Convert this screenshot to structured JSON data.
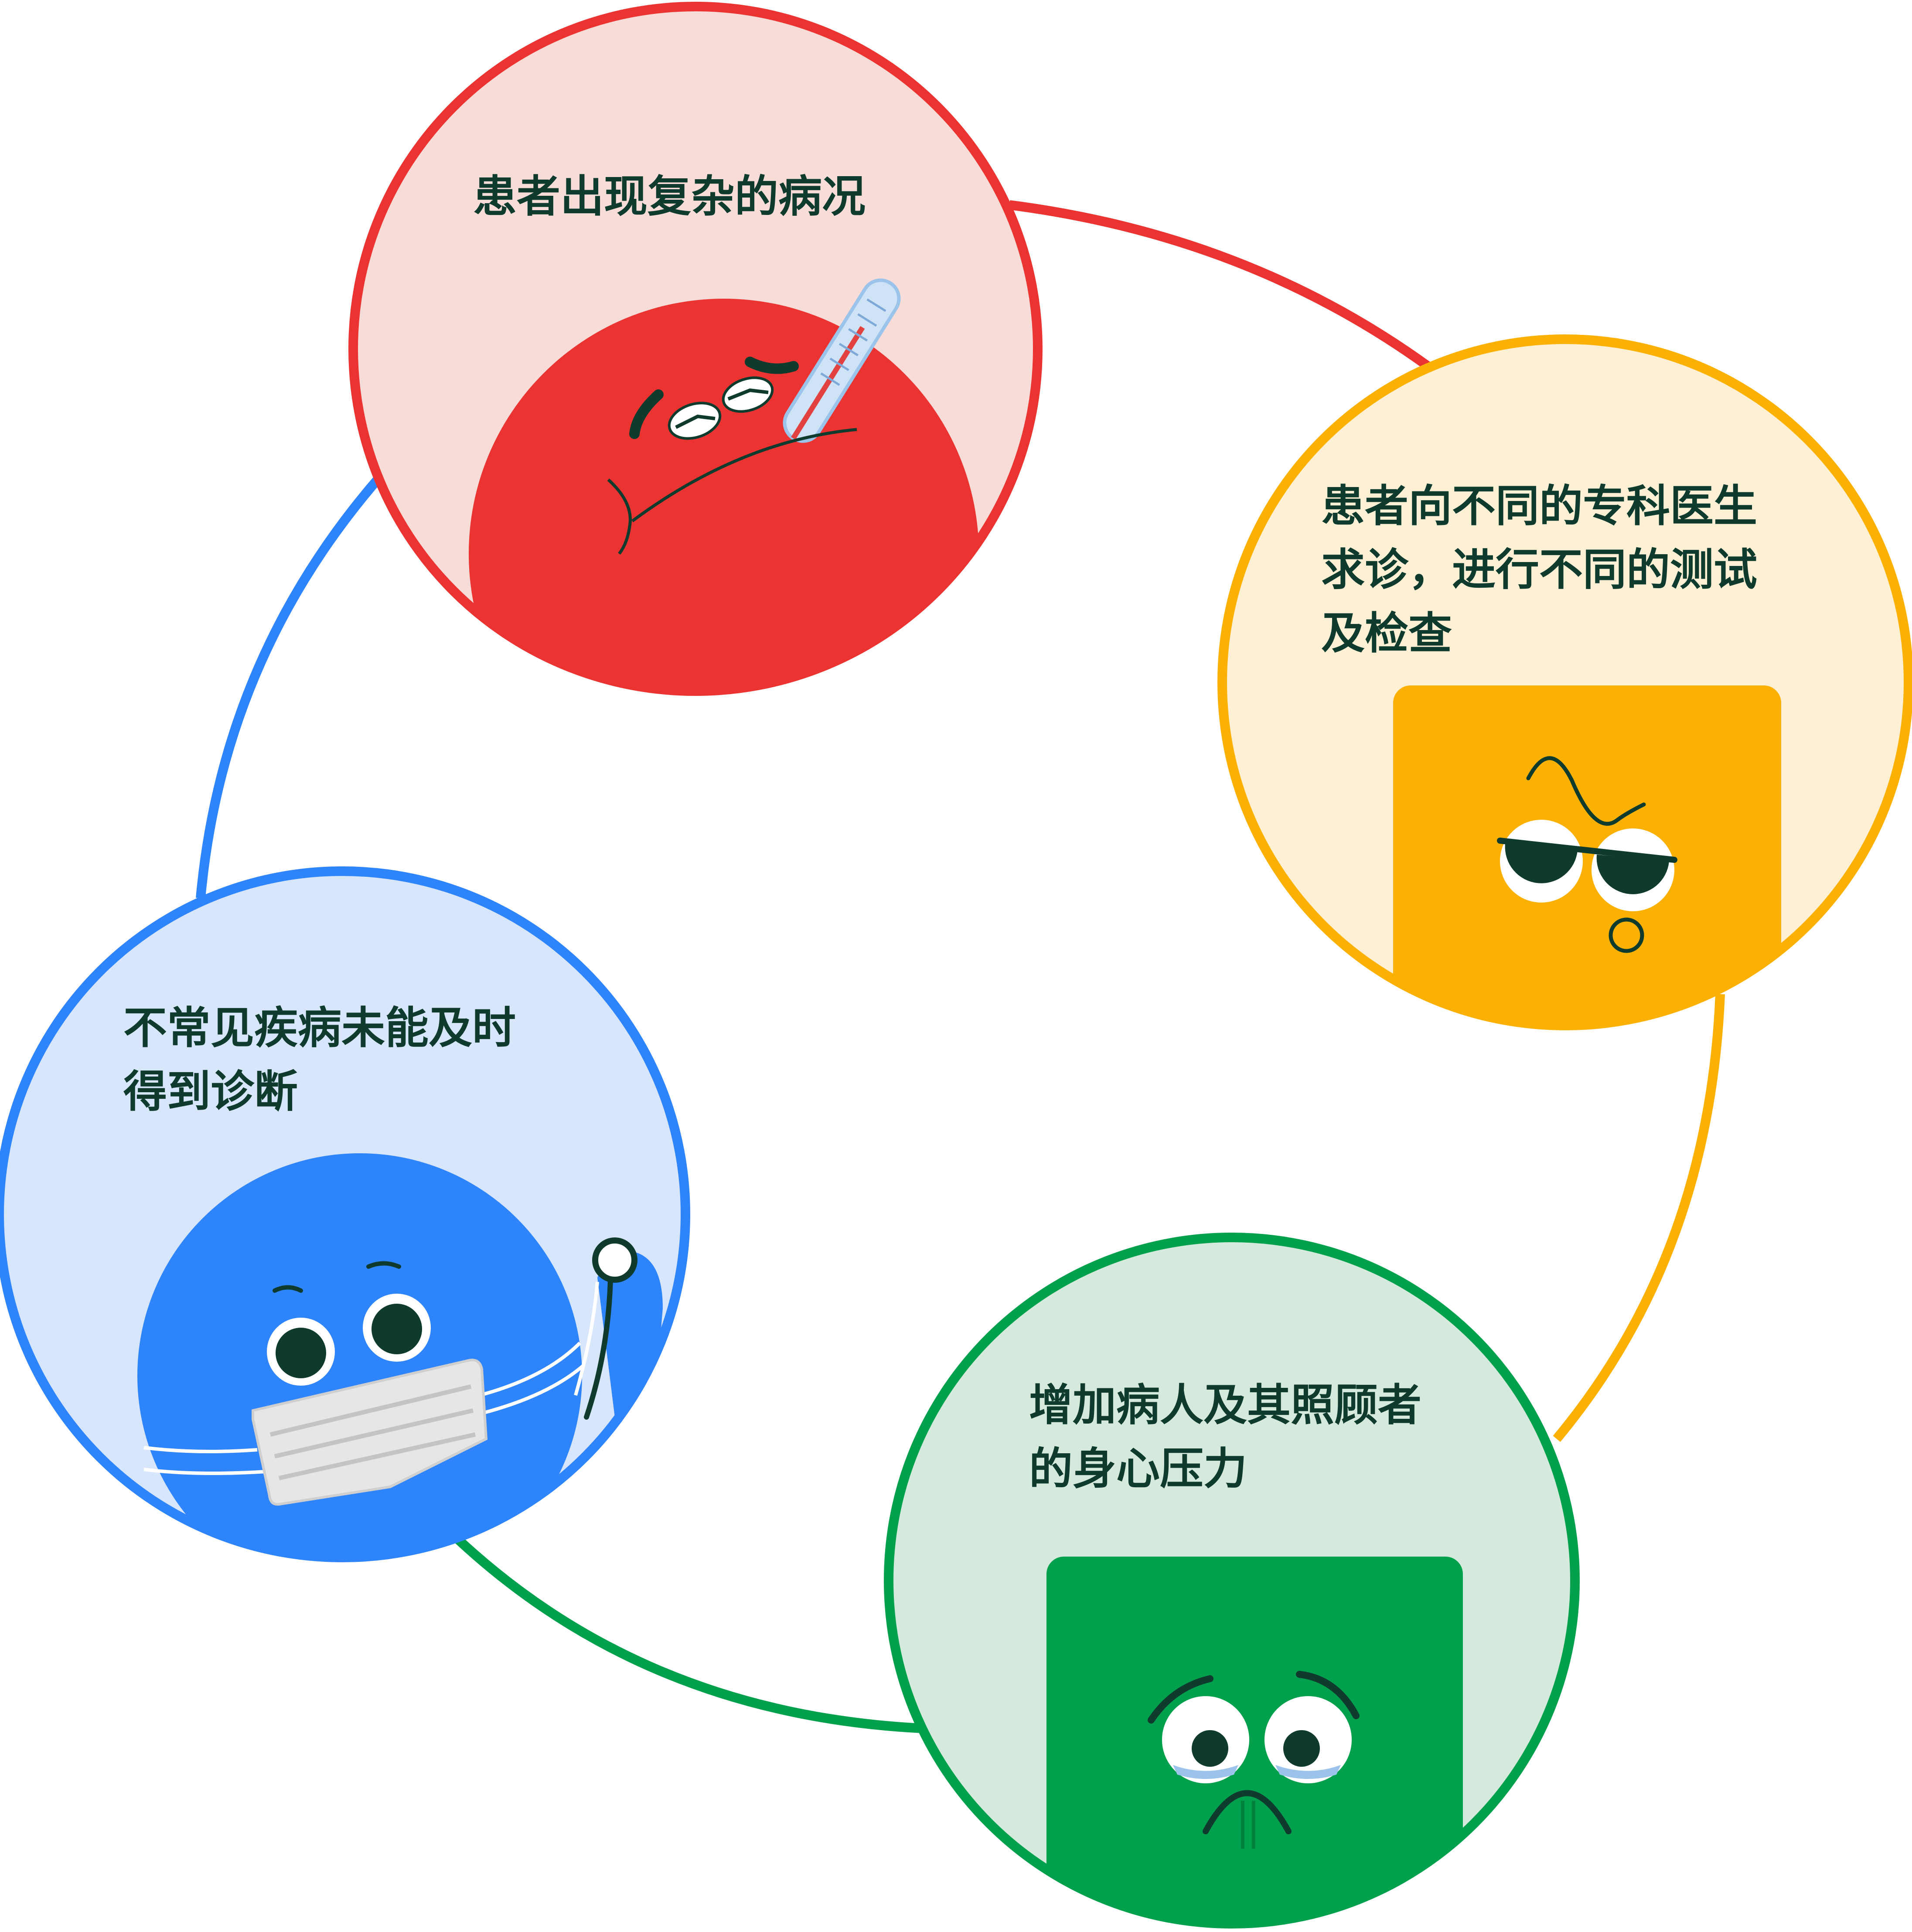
{
  "stages": [
    {
      "id": "complex-condition",
      "lines": [
        "患者出现复杂的病况"
      ],
      "color": "#eb3431",
      "bg": "#f8dcd8",
      "mascot": "red-thermometer-mascot"
    },
    {
      "id": "specialists",
      "lines": [
        "患者向不同的专科医生",
        "求诊，进行不同的测试",
        "及检查"
      ],
      "color": "#fbb104",
      "bg": "#fdf0d5",
      "mascot": "yellow-square-mascot"
    },
    {
      "id": "caregiver-stress",
      "lines": [
        "增加病人及其照顾者",
        "的身心压力"
      ],
      "color": "#01a04c",
      "bg": "#d5eadc",
      "mascot": "green-worried-mascot"
    },
    {
      "id": "undiagnosed",
      "lines": [
        "不常见疾病未能及时",
        "得到诊断"
      ],
      "color": "#2e84fb",
      "bg": "#d8e6fb",
      "mascot": "blue-masked-mascot"
    }
  ],
  "colors": {
    "text": "#0e3b2e",
    "face": "#0e3b2e"
  }
}
